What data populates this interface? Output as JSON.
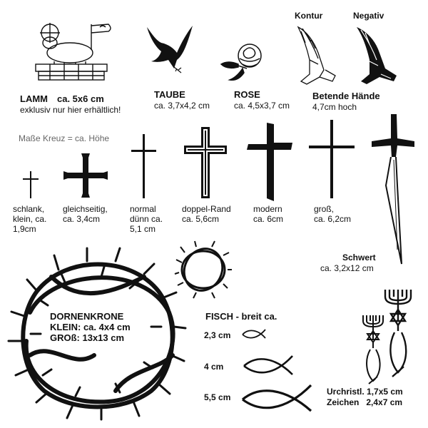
{
  "lamb": {
    "name": "LAMM",
    "size": "ca. 5x6 cm",
    "note": "exklusiv nur hier erhältlich!"
  },
  "dove": {
    "name": "TAUBE",
    "size": "ca. 3,7x4,2 cm"
  },
  "rose": {
    "name": "ROSE",
    "size": "ca. 4,5x3,7 cm"
  },
  "hands": {
    "label_outline": "Kontur",
    "label_negative": "Negativ",
    "name": "Betende Hände",
    "size": "4,7cm hoch"
  },
  "cross_note": "Maße Kreuz = ca. Höhe",
  "crosses": [
    {
      "line1": "schlank,",
      "line2": "klein, ca.",
      "line3": "1,9cm"
    },
    {
      "line1": "gleichseitig,",
      "line2": "ca. 3,4cm"
    },
    {
      "line1": "normal",
      "line2": "dünn ca.",
      "line3": "5,1 cm"
    },
    {
      "line1": "doppel-Rand",
      "line2": "ca. 5,6cm"
    },
    {
      "line1": "modern",
      "line2": "ca. 6cm"
    },
    {
      "line1": "groß,",
      "line2": "ca. 6,2cm"
    }
  ],
  "sword": {
    "name": "Schwert",
    "size": "ca. 3,2x12 cm"
  },
  "thorns": {
    "name": "DORNENKRONE",
    "small": "KLEIN: ca. 4x4 cm",
    "large": "GROß: 13x13 cm"
  },
  "fish": {
    "title": "FISCH - breit ca.",
    "sizes": [
      "2,3 cm",
      "4 cm",
      "5,5 cm"
    ]
  },
  "urchrist": {
    "line1": "Urchristl. 1,7x5 cm",
    "line2": "Zeichen   2,4x7 cm"
  }
}
